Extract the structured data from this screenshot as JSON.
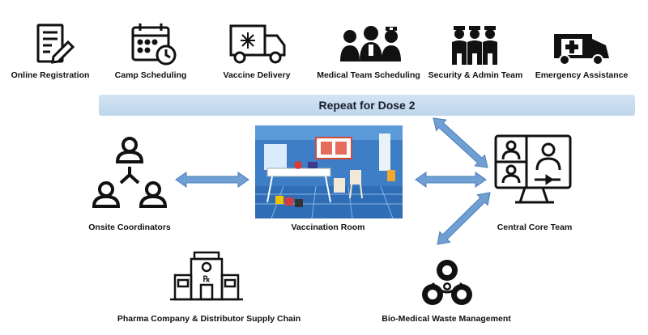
{
  "top_row": [
    {
      "id": "online-registration",
      "label": "Online Registration",
      "icon": "registration-form-icon"
    },
    {
      "id": "camp-scheduling",
      "label": "Camp Scheduling",
      "icon": "calendar-clock-icon"
    },
    {
      "id": "vaccine-delivery",
      "label": "Vaccine Delivery",
      "icon": "refrigerated-truck-icon"
    },
    {
      "id": "medical-team-scheduling",
      "label": "Medical Team Scheduling",
      "icon": "medical-team-icon"
    },
    {
      "id": "security-admin-team",
      "label": "Security & Admin Team",
      "icon": "security-guards-icon"
    },
    {
      "id": "emergency-assistance",
      "label": "Emergency Assistance",
      "icon": "ambulance-icon"
    }
  ],
  "banner": {
    "text": "Repeat for Dose 2",
    "color": "#c9ddf0"
  },
  "nodes": {
    "onsite": {
      "label": "Onsite Coordinators",
      "icon": "people-network-icon"
    },
    "vaccination": {
      "label": "Vaccination Room",
      "icon": "vaccination-room-illustration"
    },
    "central": {
      "label": "Central Core Team",
      "icon": "video-conference-monitor-icon"
    },
    "pharma": {
      "label": "Pharma Company & Distributor Supply Chain",
      "icon": "pharmacy-building-icon"
    },
    "biomedical": {
      "label": "Bio-Medical Waste Management",
      "icon": "biohazard-icon"
    }
  },
  "colors": {
    "arrow": "#6f9fd3",
    "arrow_stroke": "#4b7fb8",
    "icon": "#111111"
  }
}
